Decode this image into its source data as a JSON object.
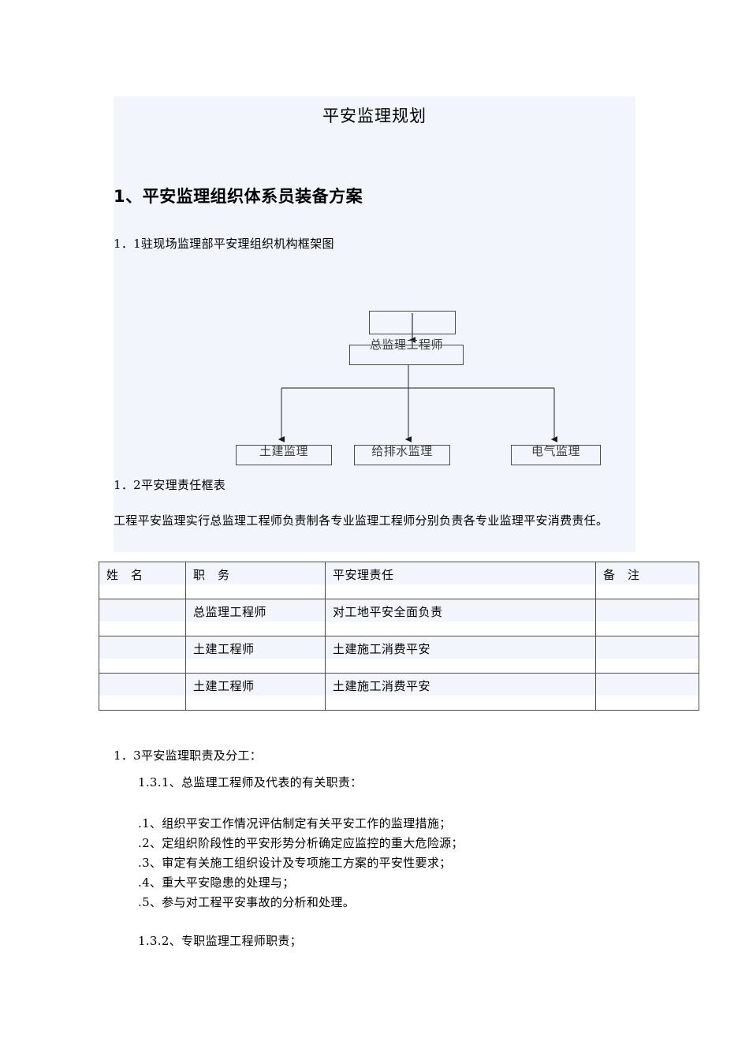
{
  "document": {
    "title": "平安监理规划",
    "section_heading": "1、平安监理组织体系员装备方案",
    "sub_1_1": "1．1驻现场监理部平安理组织机构框架图",
    "sub_1_2": "1．2平安理责任框表",
    "intro_paragraph": "工程平安监理实行总监理工程师负责制各专业监理工程师分别负责各专业监理平安消费责任。",
    "sub_1_3": "1．3平安监理职责及分工：",
    "sub_1_3_1": "1.3.1、总监理工程师及代表的有关职责：",
    "sub_1_3_2": "1.3.2、专职监理工程师职责；"
  },
  "org_chart": {
    "boxes": [
      {
        "id": "top-blank",
        "label": ""
      },
      {
        "id": "chief-supervisor",
        "label": "总监理工程师"
      },
      {
        "id": "civil-supervision",
        "label": "土建监理"
      },
      {
        "id": "plumbing-supervision",
        "label": "给排水监理"
      },
      {
        "id": "electrical-supervision",
        "label": "电气监理"
      }
    ]
  },
  "responsibility_table": {
    "headers": [
      "姓　名",
      "职　务",
      "平安理责任",
      "备　注"
    ],
    "rows": [
      {
        "name": "",
        "position": "总监理工程师",
        "duty": "对工地平安全面负责",
        "remark": ""
      },
      {
        "name": "",
        "position": "土建工程师",
        "duty": "土建施工消费平安",
        "remark": ""
      },
      {
        "name": "",
        "position": "土建工程师",
        "duty": "土建施工消费平安",
        "remark": ""
      }
    ]
  },
  "duty_list": [
    ".1、组织平安工作情况评估制定有关平安工作的监理措施；",
    ".2、定组织阶段性的平安形势分析确定应监控的重大危险源；",
    ".3、审定有关施工组织设计及专项施工方案的平安性要求；",
    ".4、重大平安隐患的处理与；",
    ".5、参与对工程平安事故的分析和处理。"
  ],
  "colors": {
    "highlight": "#f2f5fc",
    "page_background": "#ffffff",
    "text": "#000000",
    "box_border": "#4a4a4a",
    "table_border": "#4c4c4c"
  }
}
